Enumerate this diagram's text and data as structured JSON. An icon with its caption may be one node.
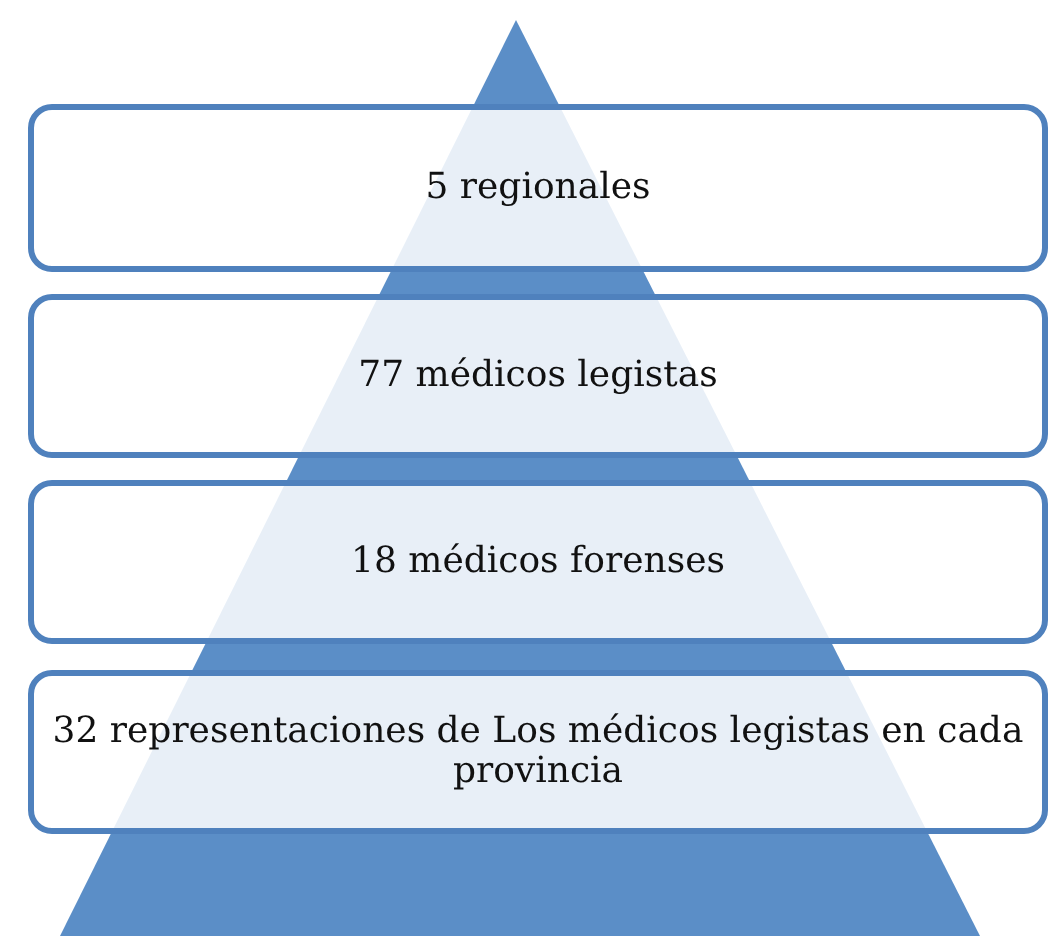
{
  "diagram": {
    "nodes": [
      {
        "text": [
          "5 regionales"
        ]
      },
      {
        "text": [
          "77 médicos legistas"
        ]
      },
      {
        "text": [
          "18 médicos forenses"
        ]
      },
      {
        "text": [
          "32 representaciones de Los médicos legistas en cada provincia"
        ]
      }
    ]
  }
}
